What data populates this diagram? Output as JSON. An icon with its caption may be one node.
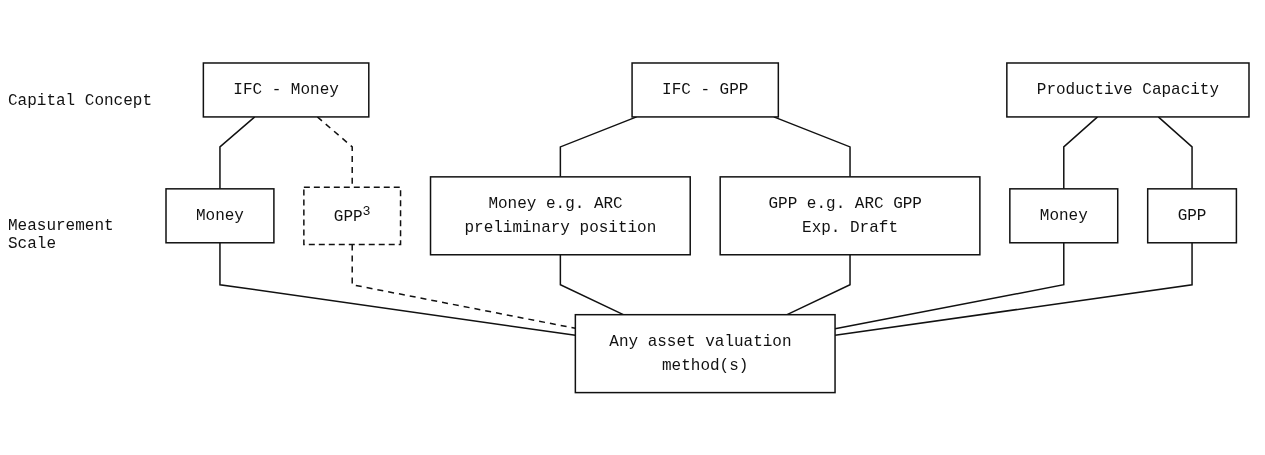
{
  "diagram": {
    "nodes": [
      {
        "text": [
          "IFC - Money"
        ]
      },
      {
        "text": [
          "IFC - GPP"
        ]
      },
      {
        "text": [
          "Productive Capacity"
        ]
      },
      {
        "text": [
          "Money"
        ]
      },
      {
        "text": [
          "GPP$^{3}$"
        ]
      },
      {
        "text": [
          "Money e.g. ARC preliminary position"
        ]
      },
      {
        "text": [
          "GPP e.g. ARC GPP Exp. Draft"
        ]
      },
      {
        "text": [
          "Money"
        ]
      },
      {
        "text": [
          "GPP"
        ]
      },
      {
        "text": [
          "Any asset valuation method(s)"
        ]
      }
    ],
    "edges": [
      {
        "from": 0,
        "to": 3,
        "arrow": "none"
      },
      {
        "from": 0,
        "to": 4,
        "arrow": "none",
        "style": "dashed"
      },
      {
        "from": 1,
        "to": 5,
        "arrow": "none"
      },
      {
        "from": 1,
        "to": 6,
        "arrow": "none"
      },
      {
        "from": 2,
        "to": 7,
        "arrow": "none"
      },
      {
        "from": 2,
        "to": 8,
        "arrow": "none"
      },
      {
        "from": 3,
        "to": 9,
        "arrow": "none"
      },
      {
        "from": 4,
        "to": 9,
        "arrow": "none",
        "style": "dashed"
      },
      {
        "from": 5,
        "to": 9,
        "arrow": "none"
      },
      {
        "from": 6,
        "to": 9,
        "arrow": "none"
      },
      {
        "from": 7,
        "to": 9,
        "arrow": "none"
      },
      {
        "from": 8,
        "to": 9,
        "arrow": "none"
      }
    ],
    "labels": [
      "Capital Concept",
      "Measurement Scale"
    ]
  }
}
